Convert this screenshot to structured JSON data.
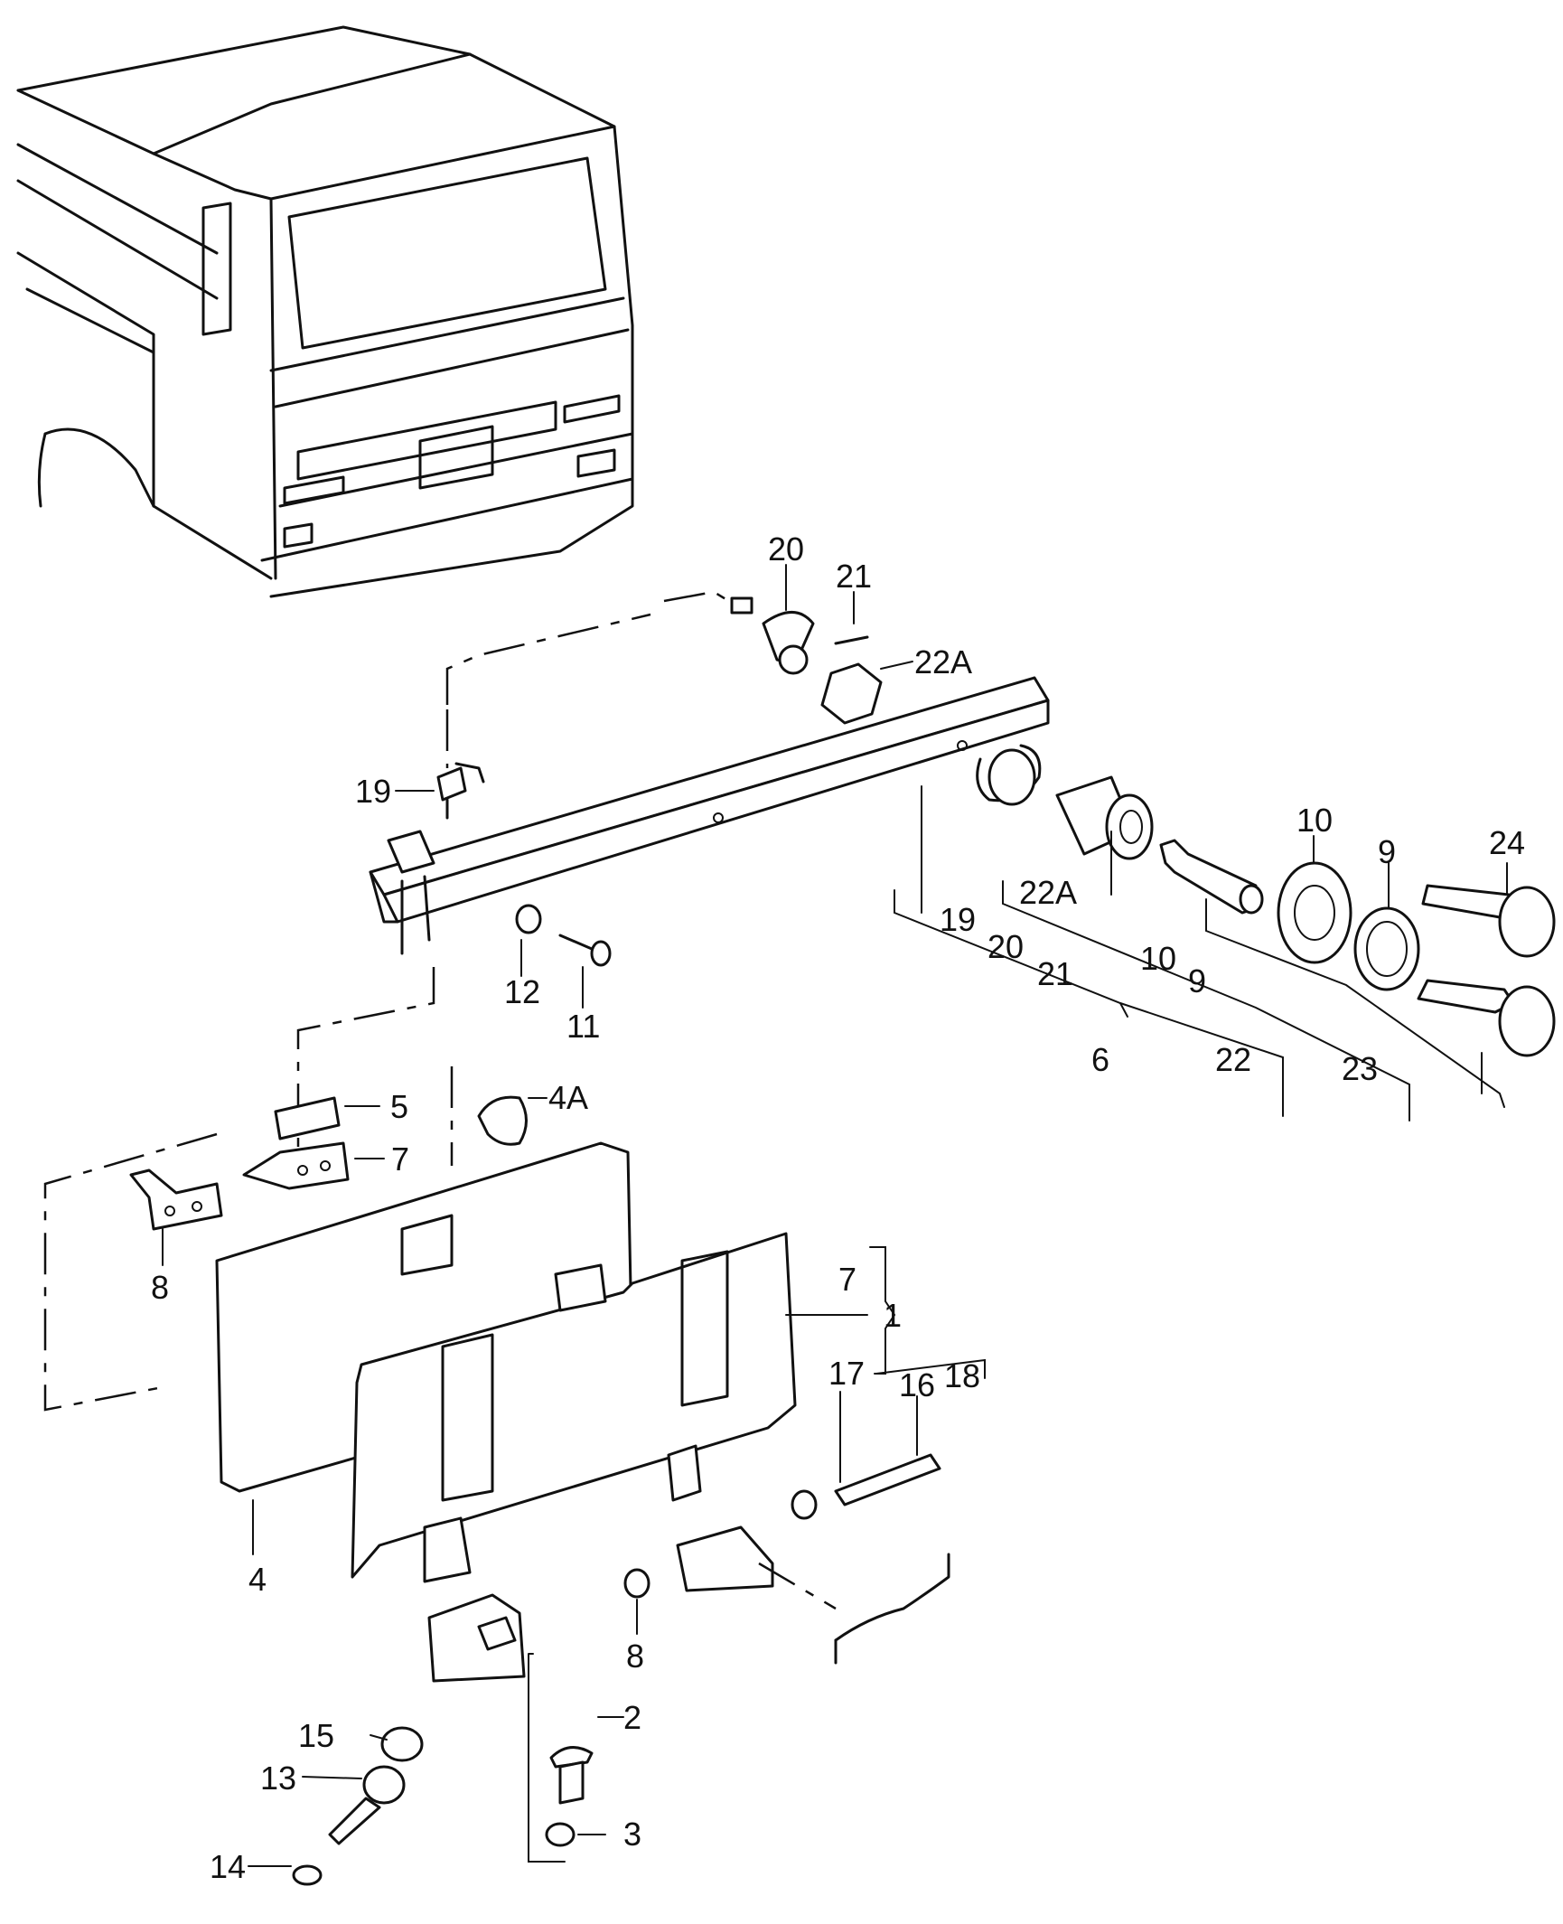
{
  "diagram": {
    "callouts": {
      "c1": "1",
      "c2": "2",
      "c3": "3",
      "c4": "4",
      "c4a": "4A",
      "c5": "5",
      "c6": "6",
      "c7a": "7",
      "c7b": "7",
      "c8a": "8",
      "c8b": "8",
      "c9a": "9",
      "c9b": "9",
      "c10a": "10",
      "c10b": "10",
      "c11": "11",
      "c12": "12",
      "c13": "13",
      "c14": "14",
      "c15": "15",
      "c16": "16",
      "c17": "17",
      "c18": "18",
      "c19a": "19",
      "c19b": "19",
      "c20a": "20",
      "c20b": "20",
      "c21a": "21",
      "c21b": "21",
      "c22": "22",
      "c22aa": "22A",
      "c22ab": "22A",
      "c23": "23",
      "c24": "24"
    }
  }
}
